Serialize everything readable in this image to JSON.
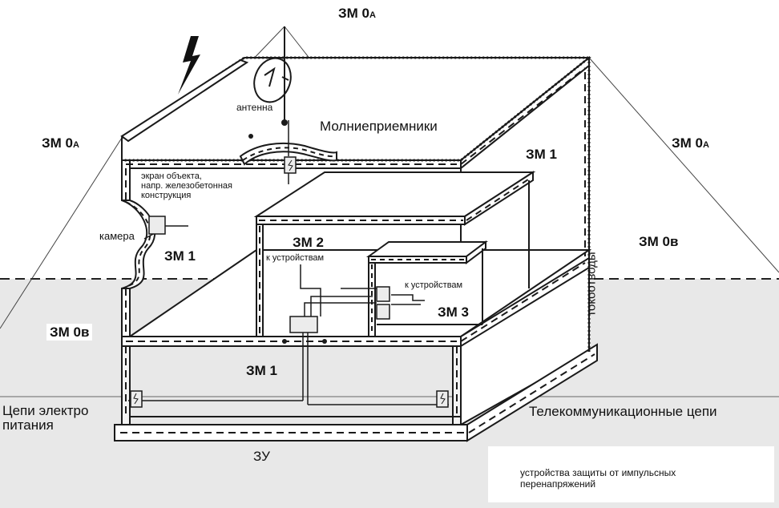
{
  "zones": {
    "top": "ЗМ 0",
    "top_sub": "A",
    "left_upper": "ЗМ 0",
    "left_upper_sub": "A",
    "right_upper": "ЗМ 0",
    "right_upper_sub": "A",
    "zm0b_right": "ЗМ 0в",
    "zm0b_left": "ЗМ 0в",
    "zm1_right_upper": "ЗМ 1",
    "zm1_left": "ЗМ 1",
    "zm1_bottom": "ЗМ 1",
    "zm2": "ЗМ 2",
    "zm3": "ЗМ 3"
  },
  "labels": {
    "antenna": "антенна",
    "air_terminals": "Молниеприемники",
    "screen_line1": "экран объекта,",
    "screen_line2": "напр. железобетонная",
    "screen_line3": "конструкция",
    "camera": "камера",
    "to_devices_1": "к устройствам",
    "to_devices_2": "к устройствам",
    "down_conductors": "токоотводы",
    "power_line1": "Цепи электро",
    "power_line2": "питания",
    "telecom": "Телекоммуникационные цепи",
    "ground": "ЗУ"
  },
  "legend": {
    "line1": "устройства защиты от импульсных",
    "line2": "перенапряжений"
  },
  "colors": {
    "ground_fill": "#e8e8e8",
    "line": "#1a1a1a"
  }
}
